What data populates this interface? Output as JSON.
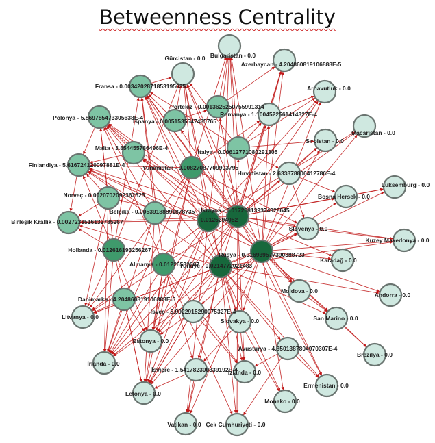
{
  "title": "Betweenness Centrality",
  "colors": {
    "edge": "#c01818",
    "node_stroke": "#6a7470",
    "high": "#17683c",
    "mid_high": "#3f9a6c",
    "mid": "#7ec4a4",
    "low": "#cfe8e0"
  },
  "nodes": [
    {
      "id": "gurcistan",
      "label": "Gürcistan - 0.0",
      "tier": "low"
    },
    {
      "id": "bulgaristan",
      "label": "Bulgaristan - 0.0",
      "tier": "low"
    },
    {
      "id": "azerbaycan",
      "label": "Azerbaycan - 4.204860819106888E-5",
      "tier": "low"
    },
    {
      "id": "arnavutluk",
      "label": "Arnavutluk - 0.0",
      "tier": "low"
    },
    {
      "id": "fransa",
      "label": "Fransa - 0.0034202871853195635",
      "tier": "mid"
    },
    {
      "id": "portekiz",
      "label": "Portekiz - 0.0013625250755991314",
      "tier": "mid"
    },
    {
      "id": "romanya",
      "label": "Romanya - 1.1004522561414327E-4",
      "tier": "low"
    },
    {
      "id": "polonya",
      "label": "Polonya - 5.869785473305638E-4",
      "tier": "mid"
    },
    {
      "id": "ispanya",
      "label": "İspanya - 0.0051535547485765",
      "tier": "mid"
    },
    {
      "id": "macaristan",
      "label": "Macaristan - 0.0",
      "tier": "low"
    },
    {
      "id": "sirbistan",
      "label": "Sırbistan - 0.0",
      "tier": "low"
    },
    {
      "id": "malta",
      "label": "Malta - 3.854455786496E-4",
      "tier": "mid"
    },
    {
      "id": "italya",
      "label": "İtalya - 0.00612771080291305",
      "tier": "mid"
    },
    {
      "id": "finlandiya",
      "label": "Finlandiya - 5.616724120097881E-4",
      "tier": "mid"
    },
    {
      "id": "yunanistan",
      "label": "Yunanistan - 0.00827087709903795",
      "tier": "mid_high"
    },
    {
      "id": "hirvatistan",
      "label": "Hırvatistan - 2.633878806412786E-4",
      "tier": "low"
    },
    {
      "id": "luksemburg",
      "label": "Lüksemburg - 0.0",
      "tier": "low"
    },
    {
      "id": "bosna",
      "label": "Bosna Hersek - 0.0",
      "tier": "low"
    },
    {
      "id": "norvec",
      "label": "Norveç - 0.0020702092362525",
      "tier": "mid"
    },
    {
      "id": "ukrayna",
      "label": "Ukrayna - 0.017268139374928645",
      "tier": "high"
    },
    {
      "id": "belcika",
      "label": "Belçika - 0.00539188891878735",
      "tier": "mid"
    },
    {
      "id": "birlesik",
      "label": "Birleşik Krallık - 0.0027233516132785267",
      "tier": "mid"
    },
    {
      "id": "almanya_c",
      "label": "0.0125294052",
      "tier": "high"
    },
    {
      "id": "slovenya",
      "label": "Slovenya - 0.0",
      "tier": "low"
    },
    {
      "id": "kuzeymakedonya",
      "label": "Kuzey Makedonya - 0.0",
      "tier": "low"
    },
    {
      "id": "hollanda",
      "label": "Hollanda - 0.012616193256267",
      "tier": "mid_high"
    },
    {
      "id": "rusya",
      "label": "Rusya - 0.016939577390388723",
      "tier": "high"
    },
    {
      "id": "karadag",
      "label": "Karadağ - 0.0",
      "tier": "low"
    },
    {
      "id": "almanya",
      "label": "Almanya - 0.01226532007",
      "tier": "mid_high"
    },
    {
      "id": "turkiye",
      "label": "Türkiye - 0.0214772021483",
      "tier": "high"
    },
    {
      "id": "andorra",
      "label": "Andorra - 0.0",
      "tier": "low"
    },
    {
      "id": "moldova",
      "label": "Moldova - 0.0",
      "tier": "low"
    },
    {
      "id": "danimarka",
      "label": "Danimarka - 4.204860819106888E-5",
      "tier": "mid"
    },
    {
      "id": "isvec",
      "label": "İsveç - 5.9922915290075327E-4",
      "tier": "low"
    },
    {
      "id": "litvanya",
      "label": "Litvanya - 0.0",
      "tier": "low"
    },
    {
      "id": "sanmarino",
      "label": "San Marino - 0.0",
      "tier": "low"
    },
    {
      "id": "slovakya",
      "label": "Slovakya - 0.0",
      "tier": "low"
    },
    {
      "id": "estonya",
      "label": "Estonya - 0.0",
      "tier": "low"
    },
    {
      "id": "avusturya",
      "label": "Avusturya - 4.8501387804970307E-4",
      "tier": "low"
    },
    {
      "id": "brezilya",
      "label": "Brezilya - 0.0",
      "tier": "low"
    },
    {
      "id": "irlanda",
      "label": "İrlanda - 0.0",
      "tier": "low"
    },
    {
      "id": "isvicre",
      "label": "İsviçre - 1.541782300339192E-4",
      "tier": "low"
    },
    {
      "id": "izlanda",
      "label": "İzlanda - 0.0",
      "tier": "low"
    },
    {
      "id": "ermenistan",
      "label": "Ermenistan - 0.0",
      "tier": "low"
    },
    {
      "id": "letonya",
      "label": "Letonya - 0.0",
      "tier": "low"
    },
    {
      "id": "monako",
      "label": "Monako - 0.0",
      "tier": "low"
    },
    {
      "id": "vatikan",
      "label": "Vatikan - 0.0",
      "tier": "low"
    },
    {
      "id": "cek",
      "label": "Çek Cumhuriyeti - 0.0",
      "tier": "low"
    }
  ]
}
